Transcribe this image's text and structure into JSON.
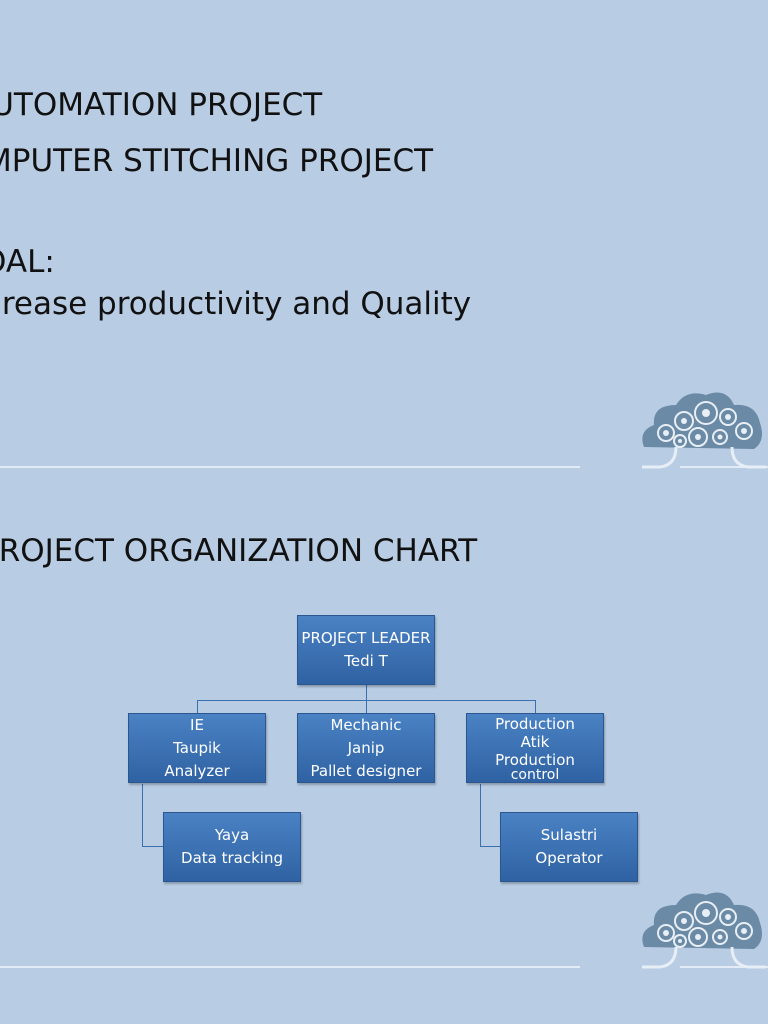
{
  "slide1": {
    "lines": [
      "AUTOMATION PROJECT",
      "COMPUTER STITCHING PROJECT",
      "GOAL:",
      "Increase productivity and Quality"
    ]
  },
  "slide2": {
    "title": "PROJECT ORGANIZATION CHART",
    "org": {
      "leader": {
        "role": "PROJECT LEADER",
        "name": "Tedi T"
      },
      "ie": {
        "role": "IE",
        "name": "Taupik",
        "task": "Analyzer"
      },
      "mechanic": {
        "role": "Mechanic",
        "name": "Janip",
        "task": "Pallet designer"
      },
      "production": {
        "role": "Production",
        "name": "Atik",
        "task_line1": "Production",
        "task_line2": "control"
      },
      "yaya": {
        "name": "Yaya",
        "task": "Data tracking"
      },
      "sulastri": {
        "name": "Sulastri",
        "task": "Operator"
      }
    }
  },
  "decor": {
    "icon": "gear-cloud-icon",
    "background": "#b8cce4",
    "box_color": "#3a6fb0"
  }
}
